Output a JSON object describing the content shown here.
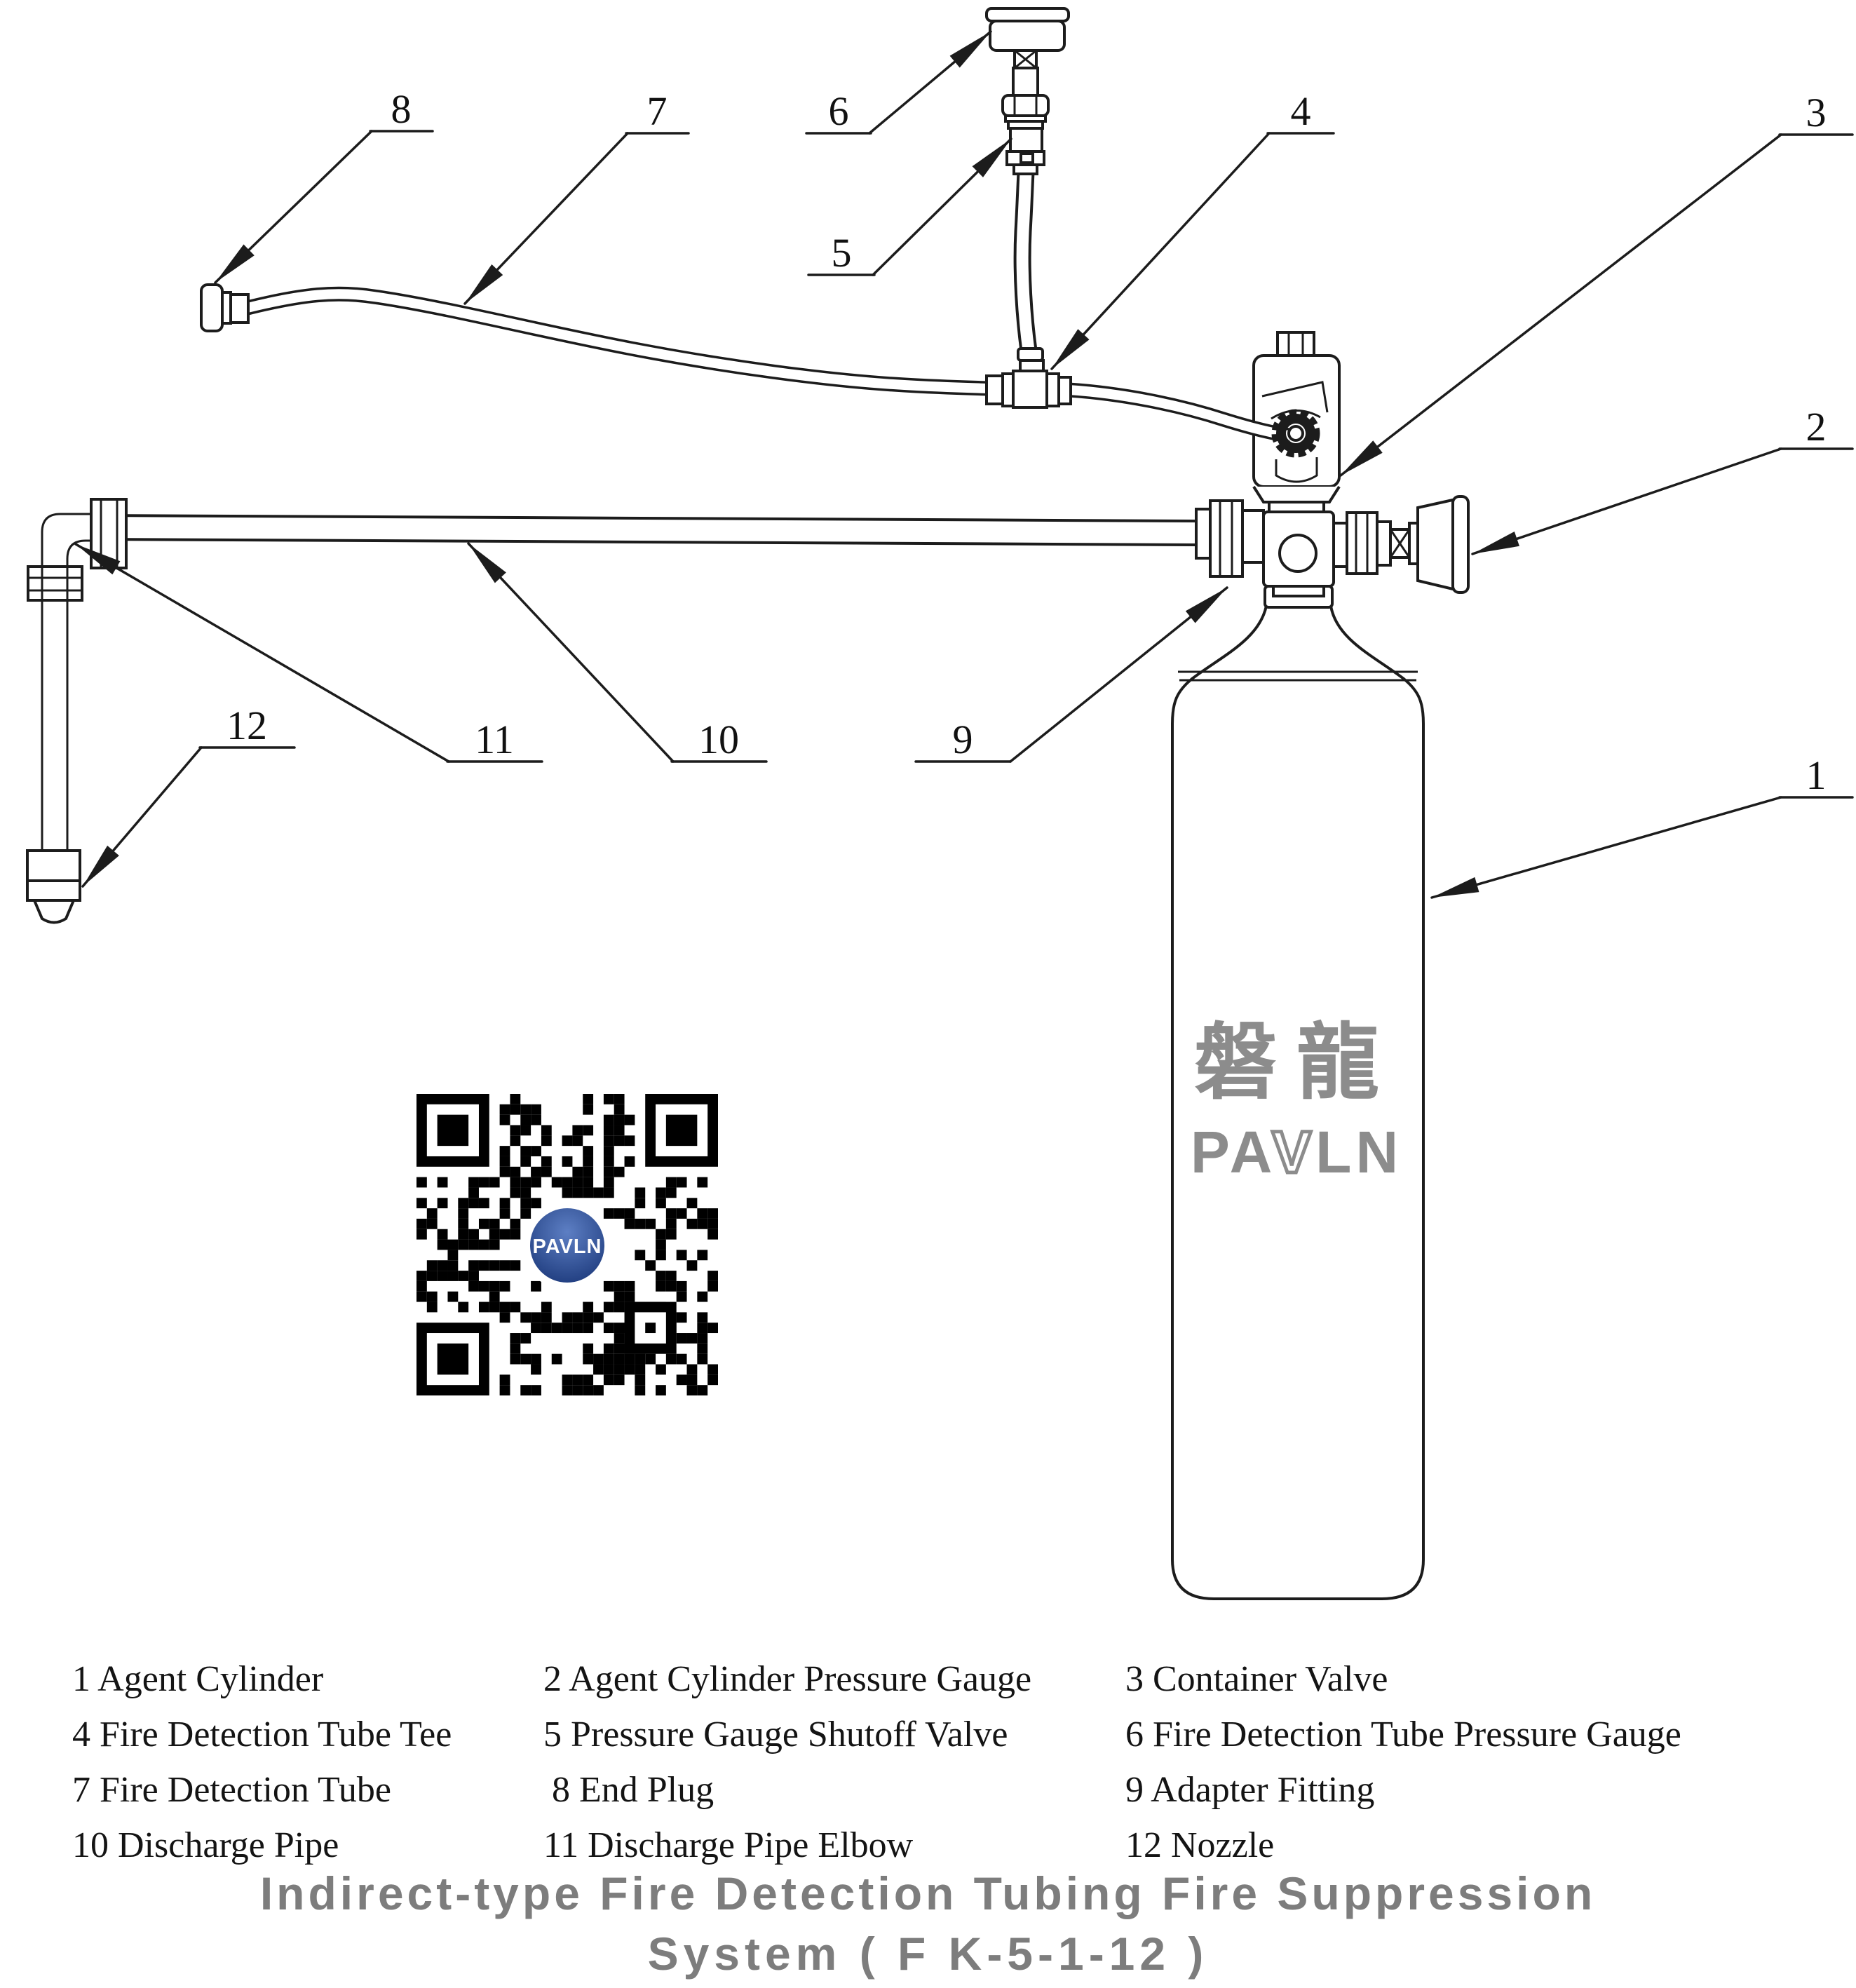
{
  "diagram": {
    "callouts": [
      {
        "label": "1"
      },
      {
        "label": "2"
      },
      {
        "label": "3"
      },
      {
        "label": "4"
      },
      {
        "label": "5"
      },
      {
        "label": "6"
      },
      {
        "label": "7"
      },
      {
        "label": "8"
      },
      {
        "label": "9"
      },
      {
        "label": "10"
      },
      {
        "label": "11"
      },
      {
        "label": "12"
      }
    ]
  },
  "brand": {
    "cjk": "磐龍",
    "latin_pa": "PA",
    "latin_v": "V",
    "latin_ln": "LN",
    "qr_logo_text": "PAVLN"
  },
  "qr": {
    "modules": 29,
    "seed": 7
  },
  "legend": {
    "items": [
      {
        "num": "1",
        "name": "Agent Cylinder"
      },
      {
        "num": "2",
        "name": "Agent Cylinder Pressure Gauge"
      },
      {
        "num": "3",
        "name": "Container Valve"
      },
      {
        "num": "4",
        "name": "Fire Detection Tube Tee"
      },
      {
        "num": "5",
        "name": "Pressure Gauge Shutoff Valve"
      },
      {
        "num": "6",
        "name": "Fire Detection Tube Pressure Gauge"
      },
      {
        "num": "7",
        "name": "Fire Detection Tube"
      },
      {
        "num": "8",
        "name": "End Plug"
      },
      {
        "num": "9",
        "name": "Adapter Fitting"
      },
      {
        "num": "10",
        "name": "Discharge Pipe"
      },
      {
        "num": "11",
        "name": "Discharge Pipe Elbow"
      },
      {
        "num": "12",
        "name": "Nozzle"
      }
    ]
  },
  "title": {
    "line1": "Indirect-type Fire Detection Tubing Fire Suppression",
    "line2": "System ( F K-5-1-12 )"
  },
  "colors": {
    "line": "#1c1c1c",
    "title_gray": "#7d7d7d",
    "brand_gray": "#8c8c8c",
    "logo_blue_light": "#5d7fc4",
    "logo_blue_dark": "#1d3a7c",
    "qr_black": "#000000"
  }
}
